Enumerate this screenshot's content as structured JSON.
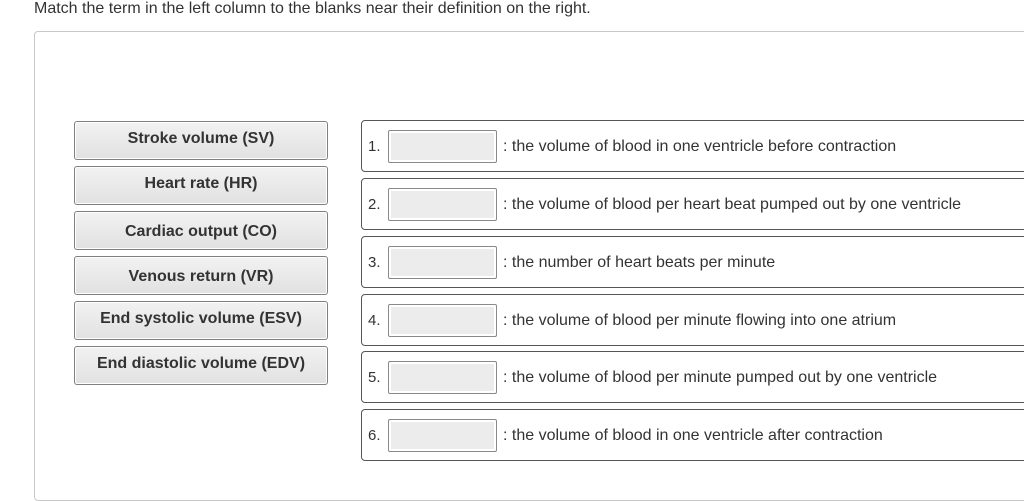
{
  "instructions": "Match the term in the left column to the blanks near their definition on the right.",
  "terms": [
    {
      "label": "Stroke volume (SV)"
    },
    {
      "label": "Heart rate (HR)"
    },
    {
      "label": "Cardiac output (CO)"
    },
    {
      "label": "Venous return (VR)"
    },
    {
      "label": "End systolic volume (ESV)"
    },
    {
      "label": "End diastolic volume (EDV)"
    }
  ],
  "definitions": [
    {
      "number": "1.",
      "text": ": the volume of blood in one ventricle before contraction",
      "answer": ""
    },
    {
      "number": "2.",
      "text": ": the volume of blood per heart beat pumped out by one ventricle",
      "answer": ""
    },
    {
      "number": "3.",
      "text": ": the number of heart beats per minute",
      "answer": ""
    },
    {
      "number": "4.",
      "text": ": the volume of blood per minute flowing into one atrium",
      "answer": ""
    },
    {
      "number": "5.",
      "text": ": the volume of blood per minute pumped out by one ventricle",
      "answer": ""
    },
    {
      "number": "6.",
      "text": ": the volume of blood in one ventricle after contraction",
      "answer": ""
    }
  ]
}
